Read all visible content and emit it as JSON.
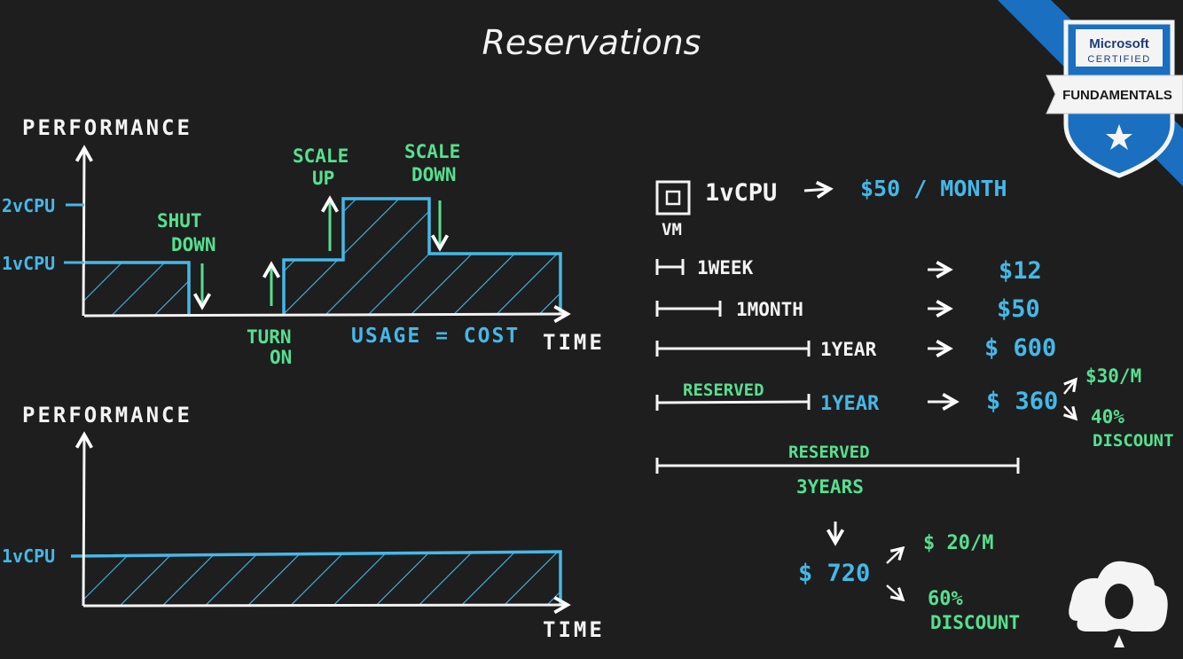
{
  "title": "Reservations",
  "badge": {
    "brand": "Microsoft",
    "sub": "CERTIFIED",
    "ribbon": "FUNDAMENTALS"
  },
  "chart_top": {
    "y_label": "PERFORMANCE",
    "x_label": "TIME",
    "tick_2vcpu": "2vCPU",
    "tick_1vcpu": "1vCPU",
    "ann_shutdown_1": "SHUT",
    "ann_shutdown_2": "DOWN",
    "ann_turnon_1": "TURN",
    "ann_turnon_2": "ON",
    "ann_scaleup_1": "SCALE",
    "ann_scaleup_2": "UP",
    "ann_scaledown_1": "SCALE",
    "ann_scaledown_2": "DOWN",
    "usage_cost": "USAGE = COST"
  },
  "chart_bottom": {
    "y_label": "PERFORMANCE",
    "x_label": "TIME",
    "tick_1vcpu": "1vCPU"
  },
  "chart_data": [
    {
      "type": "area",
      "y_ticks": [
        "1vCPU",
        "2vCPU"
      ],
      "steps": [
        {
          "phase": "start",
          "level": 1
        },
        {
          "phase": "SHUT DOWN",
          "level": 0
        },
        {
          "phase": "TURN ON",
          "level": 1
        },
        {
          "phase": "SCALE UP",
          "level": 2
        },
        {
          "phase": "SCALE DOWN",
          "level": 1
        }
      ]
    },
    {
      "type": "area",
      "y_ticks": [
        "1vCPU"
      ],
      "steps": [
        {
          "phase": "constant",
          "level": 1
        }
      ]
    }
  ],
  "pricing": {
    "vm_label": "VM",
    "vm_spec": "1vCPU",
    "vm_price": "$50 / MONTH",
    "rows": [
      {
        "duration": "1WEEK",
        "price": "$12"
      },
      {
        "duration": "1MONTH",
        "price": "$50"
      },
      {
        "duration": "1YEAR",
        "price": "$ 600"
      },
      {
        "duration": "1YEAR",
        "price": "$ 360",
        "reserved": "RESERVED"
      }
    ],
    "one_year_monthly": "$30/M",
    "one_year_discount_1": "40%",
    "one_year_discount_2": "DISCOUNT",
    "three_year_reserved": "RESERVED",
    "three_year_duration": "3YEARS",
    "three_year_price": "$ 720",
    "three_year_monthly": "$ 20/M",
    "three_year_discount_1": "60%",
    "three_year_discount_2": "DISCOUNT"
  },
  "colors": {
    "background": "#1e1e1e",
    "blue": "#45b8e8",
    "green": "#56e08f",
    "white": "#f4f4f4",
    "badge_blue": "#1a6fc0"
  }
}
